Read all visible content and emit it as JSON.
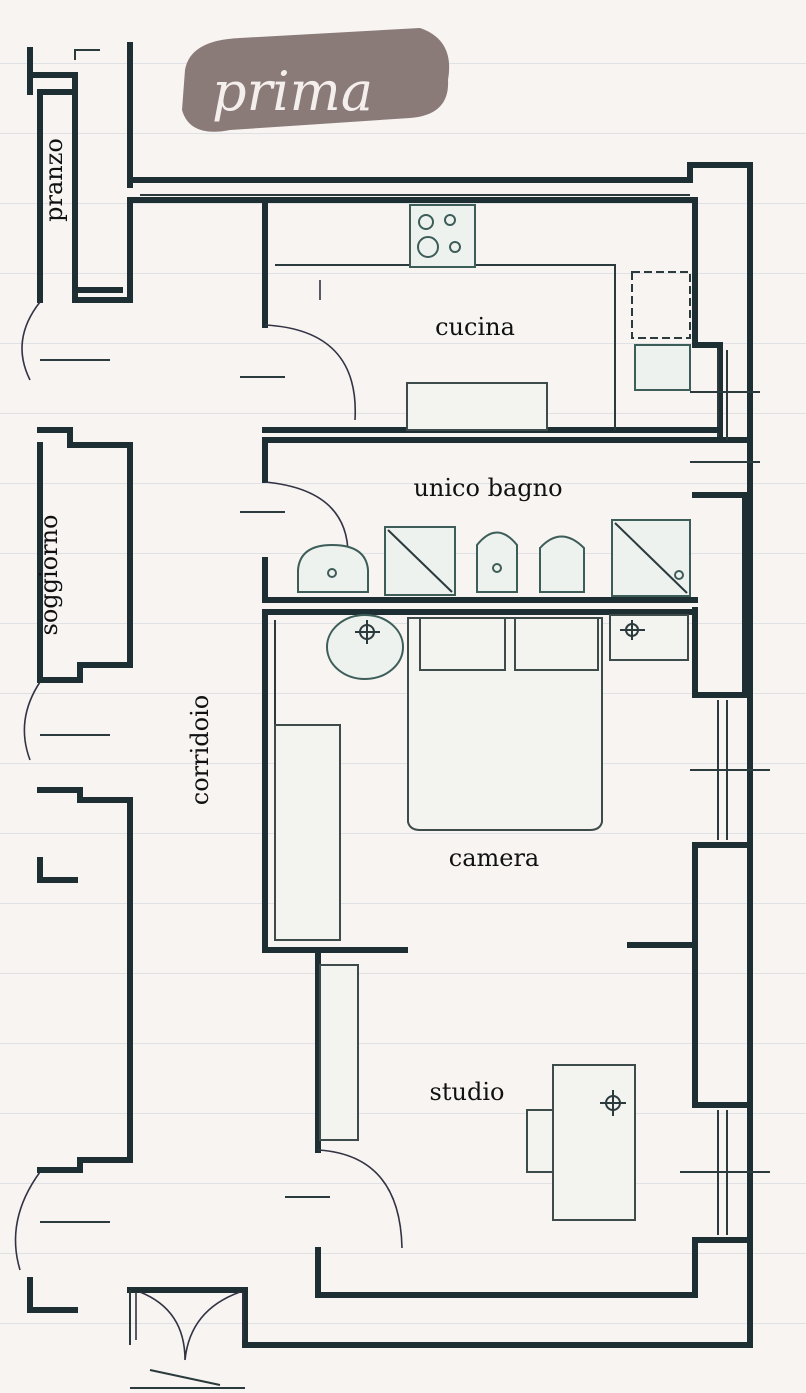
{
  "title": "prima",
  "rooms": {
    "pranzo": "pranzo",
    "soggiorno": "soggiorno",
    "corridoio": "corridoio",
    "cucina": "cucina",
    "bagno": "unico bagno",
    "camera": "camera",
    "studio": "studio"
  },
  "colors": {
    "wall": "#1d2f33",
    "fixture": "#3d5d59",
    "title_badge": "#8a7a78",
    "paper": "#f7f4f2"
  }
}
